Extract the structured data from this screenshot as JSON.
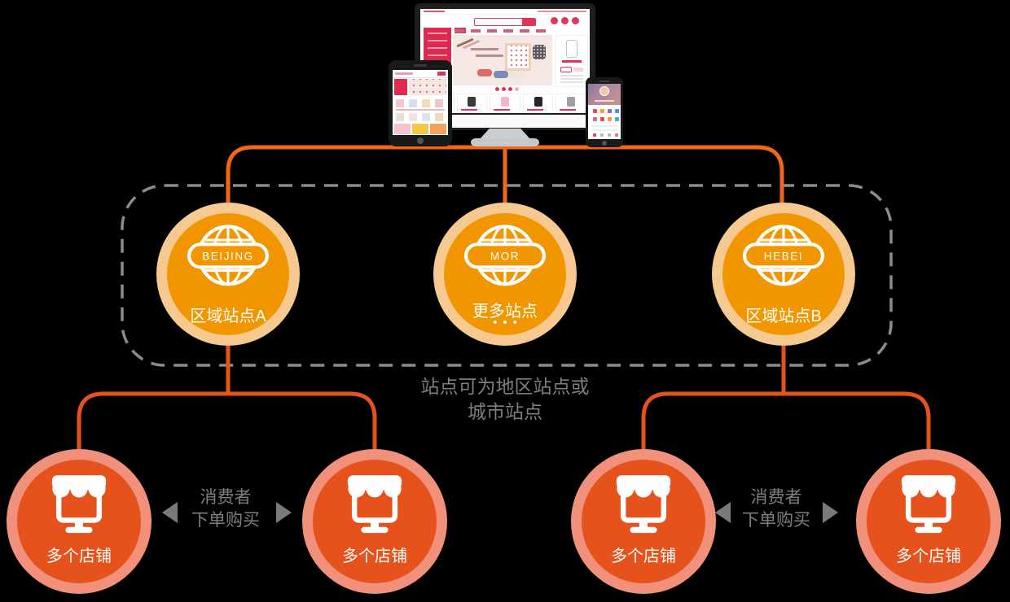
{
  "colors": {
    "background": "#000000",
    "site_ring": "#F6C990",
    "site_fill": "#F29600",
    "shop_ring": "#F2917B",
    "shop_fill": "#E6521B",
    "connector_top": "#F26716",
    "connector_bottom": "#E5521C",
    "dashed_border": "#8C8C8C",
    "note_text": "#7E7E7E",
    "arrow": "#7A7A7A"
  },
  "icons": {
    "site": "globe-icon",
    "shop": "storefront-icon"
  },
  "sites": [
    {
      "badge": "BEIJING",
      "label": "区域站点A"
    },
    {
      "badge": "MOR",
      "label": "更多站点",
      "dots": "•••"
    },
    {
      "badge": "HEBEI",
      "label": "区域站点B"
    }
  ],
  "group_note": {
    "line1": "站点可为地区站点或",
    "line2": "城市站点"
  },
  "shops": [
    {
      "label": "多个店铺"
    },
    {
      "label": "多个店铺"
    },
    {
      "label": "多个店铺"
    },
    {
      "label": "多个店铺"
    }
  ],
  "consumer_flows": [
    {
      "line1": "消费者",
      "line2": "下单购买"
    },
    {
      "line1": "消费者",
      "line2": "下单购买"
    }
  ]
}
